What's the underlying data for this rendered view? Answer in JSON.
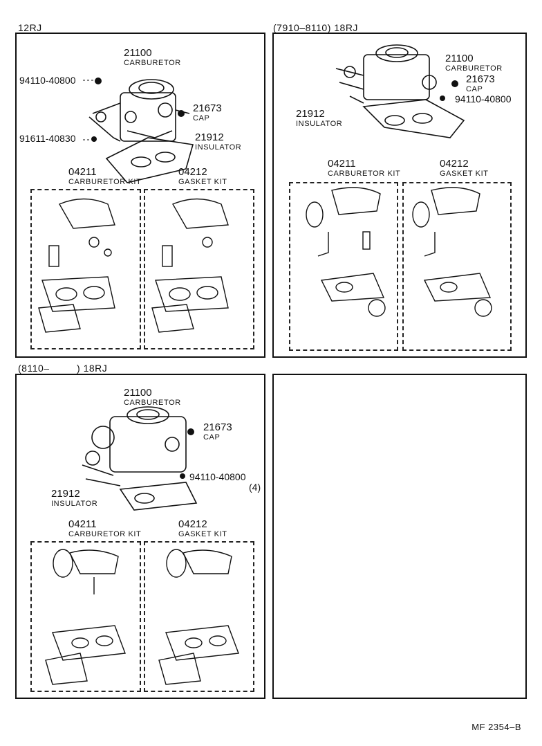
{
  "panels": [
    {
      "header": "12RJ",
      "carburetor": {
        "num": "21100",
        "name": "CARBURETOR"
      },
      "cap": {
        "num": "21673",
        "name": "CAP"
      },
      "insulator": {
        "num": "21912",
        "name": "INSULATOR"
      },
      "bolts": [
        "94110-40800",
        "91611-40830"
      ],
      "carb_kit": {
        "num": "04211",
        "name": "CARBURETOR KIT"
      },
      "gasket_kit": {
        "num": "04212",
        "name": "GASKET KIT"
      }
    },
    {
      "header": "(7910–8110) 18RJ",
      "carburetor": {
        "num": "21100",
        "name": "CARBURETOR"
      },
      "cap": {
        "num": "21673",
        "name": "CAP"
      },
      "insulator": {
        "num": "21912",
        "name": "INSULATOR"
      },
      "bolts": [
        "94110-40800"
      ],
      "carb_kit": {
        "num": "04211",
        "name": "CARBURETOR KIT"
      },
      "gasket_kit": {
        "num": "04212",
        "name": "GASKET KIT"
      }
    },
    {
      "header": "(8110–         ) 18RJ",
      "carburetor": {
        "num": "21100",
        "name": "CARBURETOR"
      },
      "cap": {
        "num": "21673",
        "name": "CAP"
      },
      "insulator": {
        "num": "21912",
        "name": "INSULATOR"
      },
      "bolts": [
        "94110-40800"
      ],
      "bolt_qty": "(4)",
      "carb_kit": {
        "num": "04211",
        "name": "CARBURETOR KIT"
      },
      "gasket_kit": {
        "num": "04212",
        "name": "GASKET KIT"
      }
    }
  ],
  "footer": "MF 2354–B"
}
